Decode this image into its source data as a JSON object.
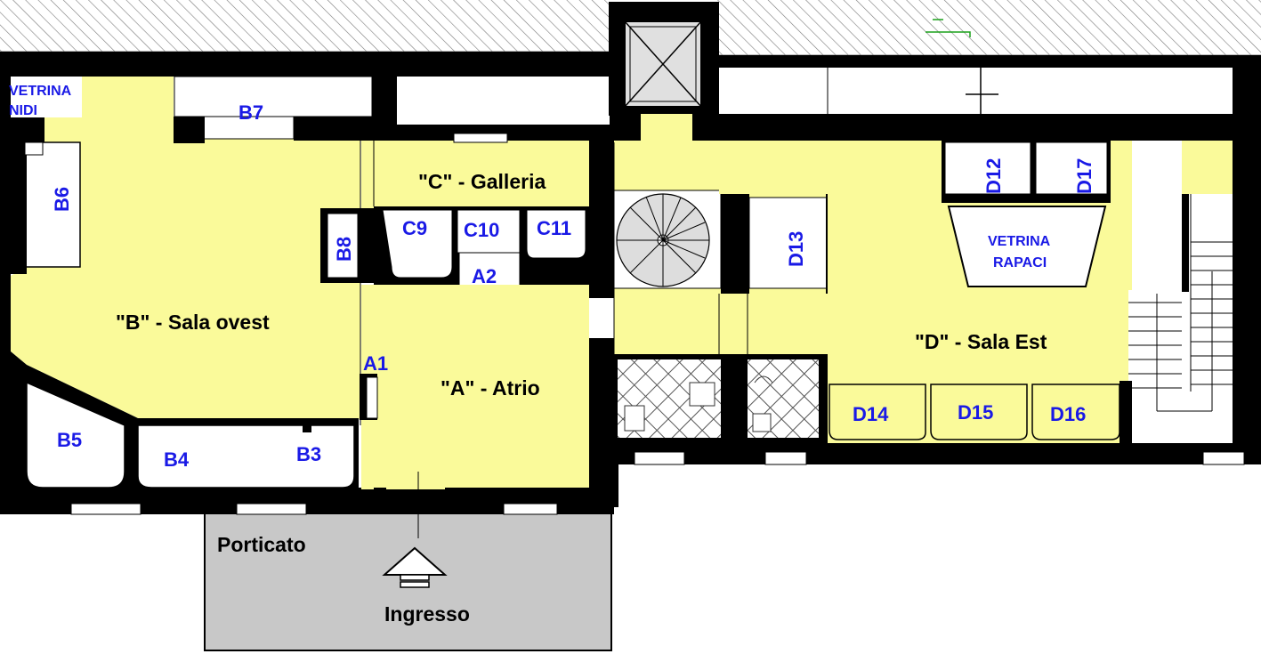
{
  "colors": {
    "floor_yellow": "#fafa9a",
    "wall_black": "#000000",
    "porch_grey": "#c8c8c8",
    "showcase_white": "#ffffff",
    "label_blue": "#1a1ae6",
    "hatch_grey": "#7a7a7a"
  },
  "rooms": {
    "a": "\"A\" - Atrio",
    "b": "\"B\" -  Sala ovest",
    "c": "\"C\" -  Galleria",
    "d": "\"D\" -  Sala Est"
  },
  "showcases": {
    "vetrina_nidi_1": "VETRINA",
    "vetrina_nidi_2": "NIDI",
    "vetrina_rapaci_1": "VETRINA",
    "vetrina_rapaci_2": "RAPACI",
    "a1": "A1",
    "a2": "A2",
    "b3": "B3",
    "b4": "B4",
    "b5": "B5",
    "b6": "B6",
    "b7": "B7",
    "b8": "B8",
    "c9": "C9",
    "c10": "C10",
    "c11": "C11",
    "d12": "D12",
    "d13": "D13",
    "d14": "D14",
    "d15": "D15",
    "d16": "D16",
    "d17": "D17"
  },
  "outside": {
    "porticato": "Porticato",
    "ingresso": "Ingresso"
  },
  "icons": {
    "entrance": "entrance-arrow-icon",
    "stair": "spiral-staircase-icon",
    "lift": "elevator-shaft-icon"
  }
}
